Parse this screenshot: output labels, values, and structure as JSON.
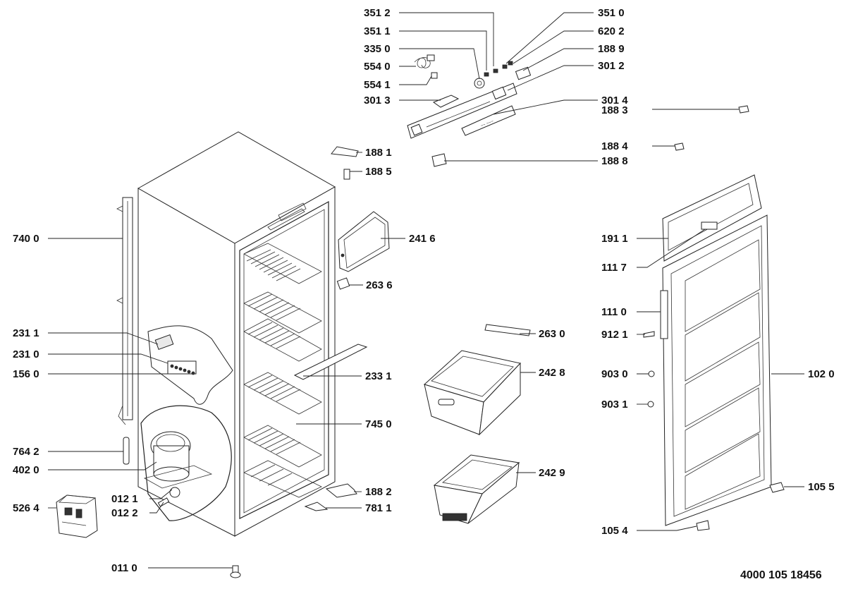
{
  "document_number": "4000 105 18456",
  "callouts": {
    "c3512": "351 2",
    "c3511": "351 1",
    "c3350": "335 0",
    "c5540": "554 0",
    "c5541": "554 1",
    "c3013": "301 3",
    "c3510": "351 0",
    "c6202": "620 2",
    "c1889": "188 9",
    "c3012": "301 2",
    "c3014": "301 4",
    "c1883": "188 3",
    "c1881": "188 1",
    "c1885": "188 5",
    "c1884": "188 4",
    "c1888": "188 8",
    "c7400": "740 0",
    "c2416": "241 6",
    "c1911": "191 1",
    "c1117": "111 7",
    "c2636": "263 6",
    "c1110": "111 0",
    "c2311": "231 1",
    "c2630": "263 0",
    "c9121": "912 1",
    "c2310": "231 0",
    "c1560": "156 0",
    "c2331": "233 1",
    "c2428": "242 8",
    "c9030": "903 0",
    "c1020": "102 0",
    "c9031": "903 1",
    "c7450": "745 0",
    "c7642": "764 2",
    "c4020": "402 0",
    "c2429": "242 9",
    "c1055": "105 5",
    "c1882": "188 2",
    "c0121": "012 1",
    "c5264": "526 4",
    "c7811": "781 1",
    "c0122": "012 2",
    "c1054": "105 4",
    "c0110": "011 0"
  }
}
